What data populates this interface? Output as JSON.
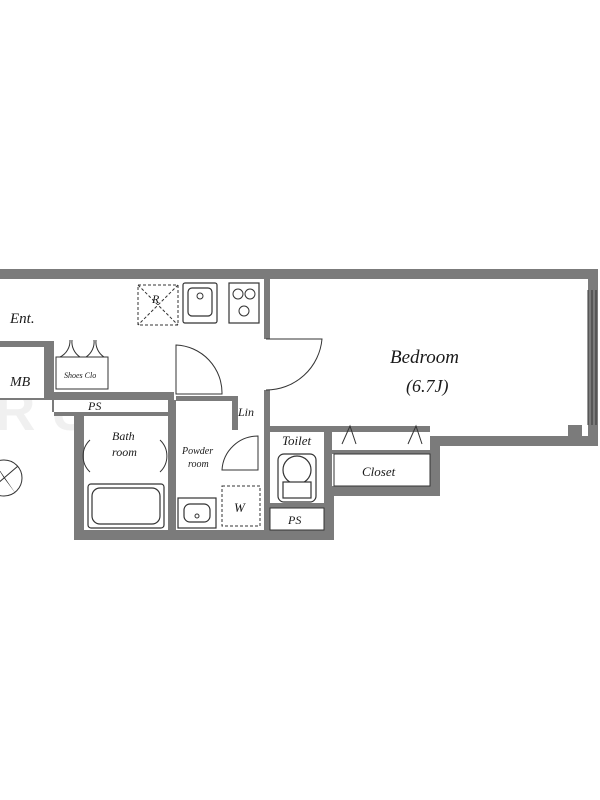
{
  "plan": {
    "rooms": {
      "entrance": "Ent.",
      "meter_box": "MB",
      "shoes_closet": "Shoes Clo",
      "pipe_space_1": "PS",
      "bath_line1": "Bath",
      "bath_line2": "room",
      "powder_line1": "Powder",
      "powder_line2": "room",
      "linen": "Lin",
      "washer": "W",
      "toilet": "Toilet",
      "pipe_space_2": "PS",
      "closet": "Closet",
      "bedroom": "Bedroom",
      "bedroom_size": "(6.7J)",
      "refrigerator": "R"
    },
    "colors": {
      "wall": "#7b7b7b",
      "line": "#333333",
      "background": "#ffffff"
    }
  }
}
